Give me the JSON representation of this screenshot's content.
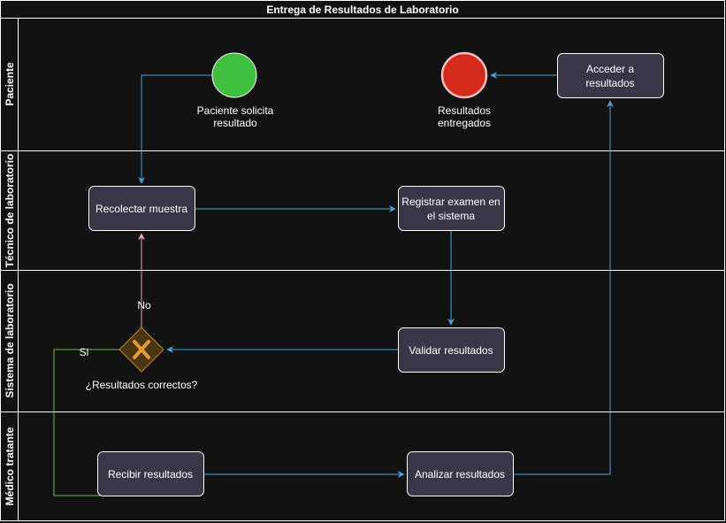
{
  "title": "Entrega de Resultados de Laboratorio",
  "lanes": [
    {
      "id": "paciente",
      "label": "Paciente"
    },
    {
      "id": "tecnico",
      "label": "Técnico de laboratorio"
    },
    {
      "id": "sistema",
      "label": "Sistema de laboratorio"
    },
    {
      "id": "medico",
      "label": "Médico tratante"
    }
  ],
  "events": {
    "start": {
      "line1": "Paciente solicita",
      "line2": "resultado",
      "color": "#3fbf3f"
    },
    "end": {
      "line1": "Resultados",
      "line2": "entregados",
      "color": "#d42a1a"
    }
  },
  "tasks": {
    "acceder": {
      "line1": "Acceder a",
      "line2": "resultados"
    },
    "recolectar": {
      "line1": "Recolectar muestra"
    },
    "registrar": {
      "line1": "Registrar examen en",
      "line2": "el sistema"
    },
    "validar": {
      "line1": "Validar resultados"
    },
    "recibir": {
      "line1": "Recibir resultados"
    },
    "analizar": {
      "line1": "Analizar resultados"
    }
  },
  "gateway": {
    "label": "¿Resultados correctos?",
    "color": "#4a3512",
    "stroke": "#c8862a"
  },
  "edge_labels": {
    "no": "No",
    "si": "Si"
  },
  "colors": {
    "task_fill": "#3a3648",
    "arrow_blue": "#4aa3e0",
    "arrow_pink": "#f0a4b0",
    "arrow_green": "#6dbf4a"
  }
}
